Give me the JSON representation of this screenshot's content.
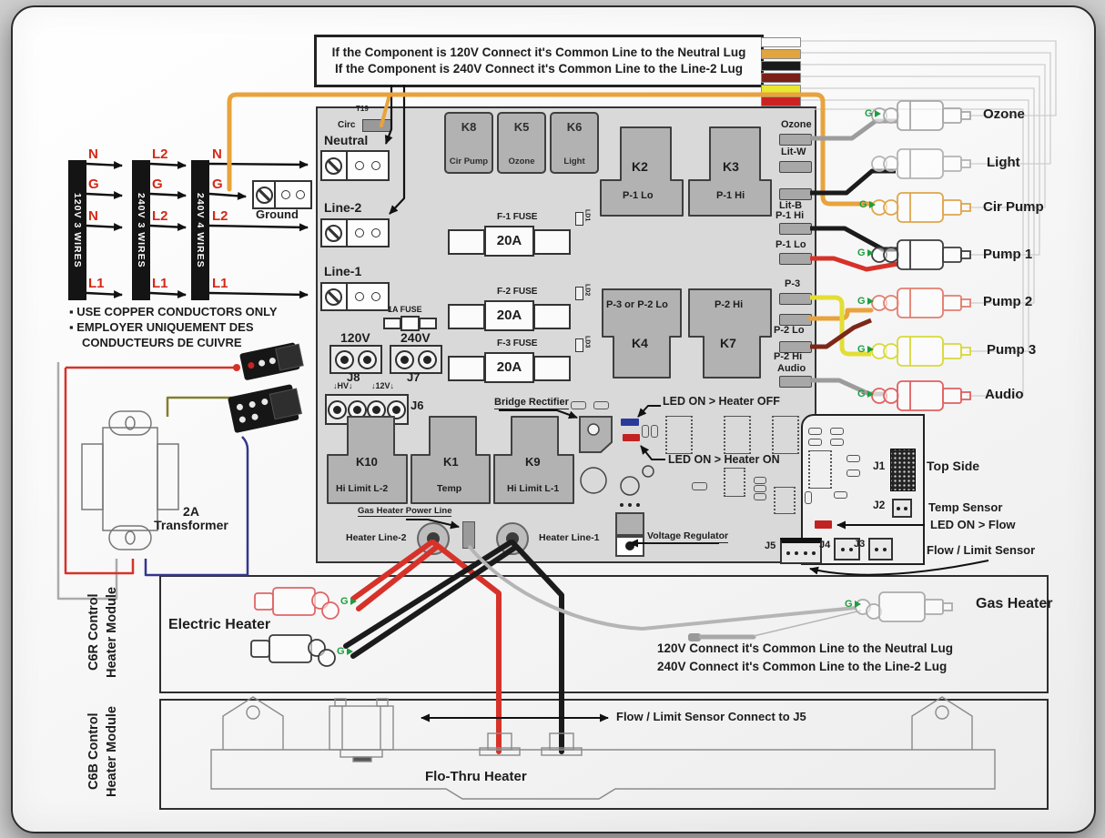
{
  "palette": {
    "wire_orange": "#E8A33C",
    "wire_red": "#D63229",
    "wire_black": "#1B1B1B",
    "wire_gray": "#9C9C9C",
    "wire_yellow": "#E3DE35",
    "wire_maroon": "#7D2718",
    "wire_blue": "#35358F",
    "wire_olive": "#7F7F2E",
    "led_blue": "#283B9B",
    "led_red": "#C22222",
    "green_g": "#1E9E40",
    "board_gray": "#D9D9D9",
    "relay_gray": "#B2B2B2"
  },
  "top_note": {
    "line1": "If the Component is 120V Connect it's Common Line to the Neutral Lug",
    "line2": "If the Component is 240V Connect it's Common Line to the Line-2 Lug"
  },
  "legend_wires": [
    {
      "name": "white",
      "color": "#FAFAFA"
    },
    {
      "name": "orange",
      "color": "#E2A43E"
    },
    {
      "name": "black",
      "color": "#1A1A1A"
    },
    {
      "name": "dark-red",
      "color": "#7A2018"
    },
    {
      "name": "yellow",
      "color": "#E8E832"
    },
    {
      "name": "red",
      "color": "#CC2222"
    }
  ],
  "power_inputs": [
    {
      "label": "120V 3 WIRES",
      "wires": [
        "N",
        "G",
        "N",
        "L1"
      ]
    },
    {
      "label": "240V 3 WIRES",
      "wires": [
        "L2",
        "G",
        "L2",
        "L1"
      ]
    },
    {
      "label": "240V 4 WIRES",
      "wires": [
        "N",
        "G",
        "L2",
        "L1"
      ]
    }
  ],
  "ground": {
    "label": "Ground"
  },
  "copper_note": {
    "line1": "▪ USE COPPER CONDUCTORS ONLY",
    "line2": "▪ EMPLOYER UNIQUEMENT DES",
    "line3": "CONDUCTEURS DE CUIVRE"
  },
  "board": {
    "t19": "T19",
    "circ": "Circ",
    "lug_neutral": "Neutral",
    "lug_line2": "Line-2",
    "lug_line1": "Line-1",
    "relay_k8": {
      "name": "K8",
      "func": "Cir Pump"
    },
    "relay_k5": {
      "name": "K5",
      "func": "Ozone"
    },
    "relay_k6": {
      "name": "K6",
      "func": "Light"
    },
    "relay_k2": {
      "name": "K2",
      "func": "P-1 Lo"
    },
    "relay_k3": {
      "name": "K3",
      "func": "P-1 Hi"
    },
    "relay_k4": {
      "name": "K4",
      "func": "P-3 or P-2 Lo"
    },
    "relay_k7": {
      "name": "K7",
      "func": "P-2 Hi"
    },
    "relay_k10": {
      "name": "K10",
      "func": "Hi Limit L-2"
    },
    "relay_k1": {
      "name": "K1",
      "func": "Temp"
    },
    "relay_k9": {
      "name": "K9",
      "func": "Hi Limit L-1"
    },
    "fuse_f1": {
      "label": "F-1 FUSE",
      "rating": "20A"
    },
    "fuse_f2": {
      "label": "F-2 FUSE",
      "rating": "20A"
    },
    "fuse_f3": {
      "label": "F-3 FUSE",
      "rating": "20A"
    },
    "fuse_1a": "1A FUSE",
    "led_ld1": "LD1",
    "led_ld2": "LD2",
    "led_ld3": "LD3",
    "conn_120v": "120V",
    "conn_240v": "240V",
    "j8": "J8",
    "j7": "J7",
    "j6": "J6",
    "hv": "↓HV↓",
    "v12": "↓12V↓",
    "bridge_rectifier": "Bridge Rectifier",
    "led_heater_off": "LED ON > Heater OFF",
    "led_heater_on": "LED ON > Heater ON",
    "gas_heater_power_line": "Gas Heater Power Line",
    "heater_line2": "Heater Line-2",
    "heater_line1": "Heater Line-1",
    "voltage_regulator": "Voltage Regulator",
    "edge_tabs": [
      "Ozone",
      "Lit-W",
      "Lit-B",
      "P-1 Hi",
      "P-1 Lo",
      "P-3",
      "P-2 Lo",
      "P-2 Hi",
      "Audio"
    ],
    "j1": "J1",
    "top_side": "Top Side",
    "j2": "J2",
    "temp_sensor": "Temp Sensor",
    "led_flow": "LED ON > Flow",
    "j5": "J5",
    "j4": "J4",
    "j3": "J3",
    "flow_limit_sensor": "Flow / Limit Sensor"
  },
  "outputs": [
    {
      "label": "Ozone"
    },
    {
      "label": "Light"
    },
    {
      "label": "Cir Pump"
    },
    {
      "label": "Pump 1"
    },
    {
      "label": "Pump 2"
    },
    {
      "label": "Pump 3"
    },
    {
      "label": "Audio"
    }
  ],
  "g_label": "G",
  "transformer": {
    "line1": "2A",
    "line2": "Transformer"
  },
  "c6r": {
    "title_line1": "C6R Control",
    "title_line2": "Heater Module",
    "electric_heater": "Electric Heater",
    "gas_heater": "Gas Heater",
    "note1": "120V Connect it's Common Line to  the Neutral Lug",
    "note2": "240V Connect it's Common Line to the Line-2 Lug"
  },
  "c6b": {
    "title_line1": "C6B Control",
    "title_line2": "Heater Module",
    "flo_thru": "Flo-Thru Heater",
    "flow_note": "Flow / Limit Sensor Connect to J5"
  }
}
